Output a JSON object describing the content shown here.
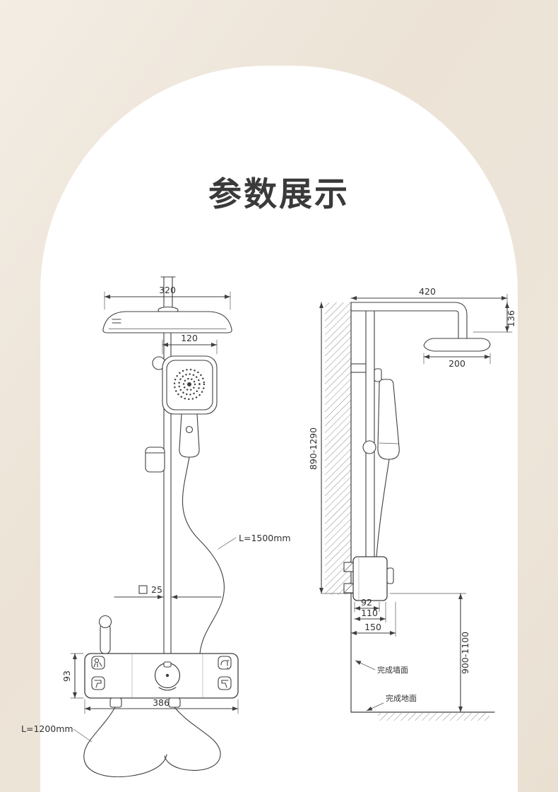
{
  "page": {
    "title": "参数展示"
  },
  "colors": {
    "background": "#ece3d7",
    "card": "#ffffff",
    "line": "#3f3f3f",
    "title_text": "#3a3a3a"
  },
  "front_view": {
    "dims": {
      "top_width": "320",
      "hand_shower_width": "120",
      "pipe_size": "25",
      "valve_height": "93",
      "valve_width": "386"
    },
    "labels": {
      "shower_hose": "L=1500mm",
      "inlet_hose": "L=1200mm"
    },
    "valve_icons": [
      "hand-shower-mode-icon",
      "spray-gun-mode-icon",
      "tub-faucet-mode-icon",
      "spray-mode-icon",
      "temperature-knob"
    ]
  },
  "side_view": {
    "dims": {
      "arm": "420",
      "drop": "136",
      "head": "200",
      "riser": "890-1290",
      "d92": "92",
      "d110": "110",
      "d150": "150",
      "floor": "900-1100"
    },
    "labels": {
      "wall": "完成墙面",
      "floor": "完成地面"
    }
  }
}
